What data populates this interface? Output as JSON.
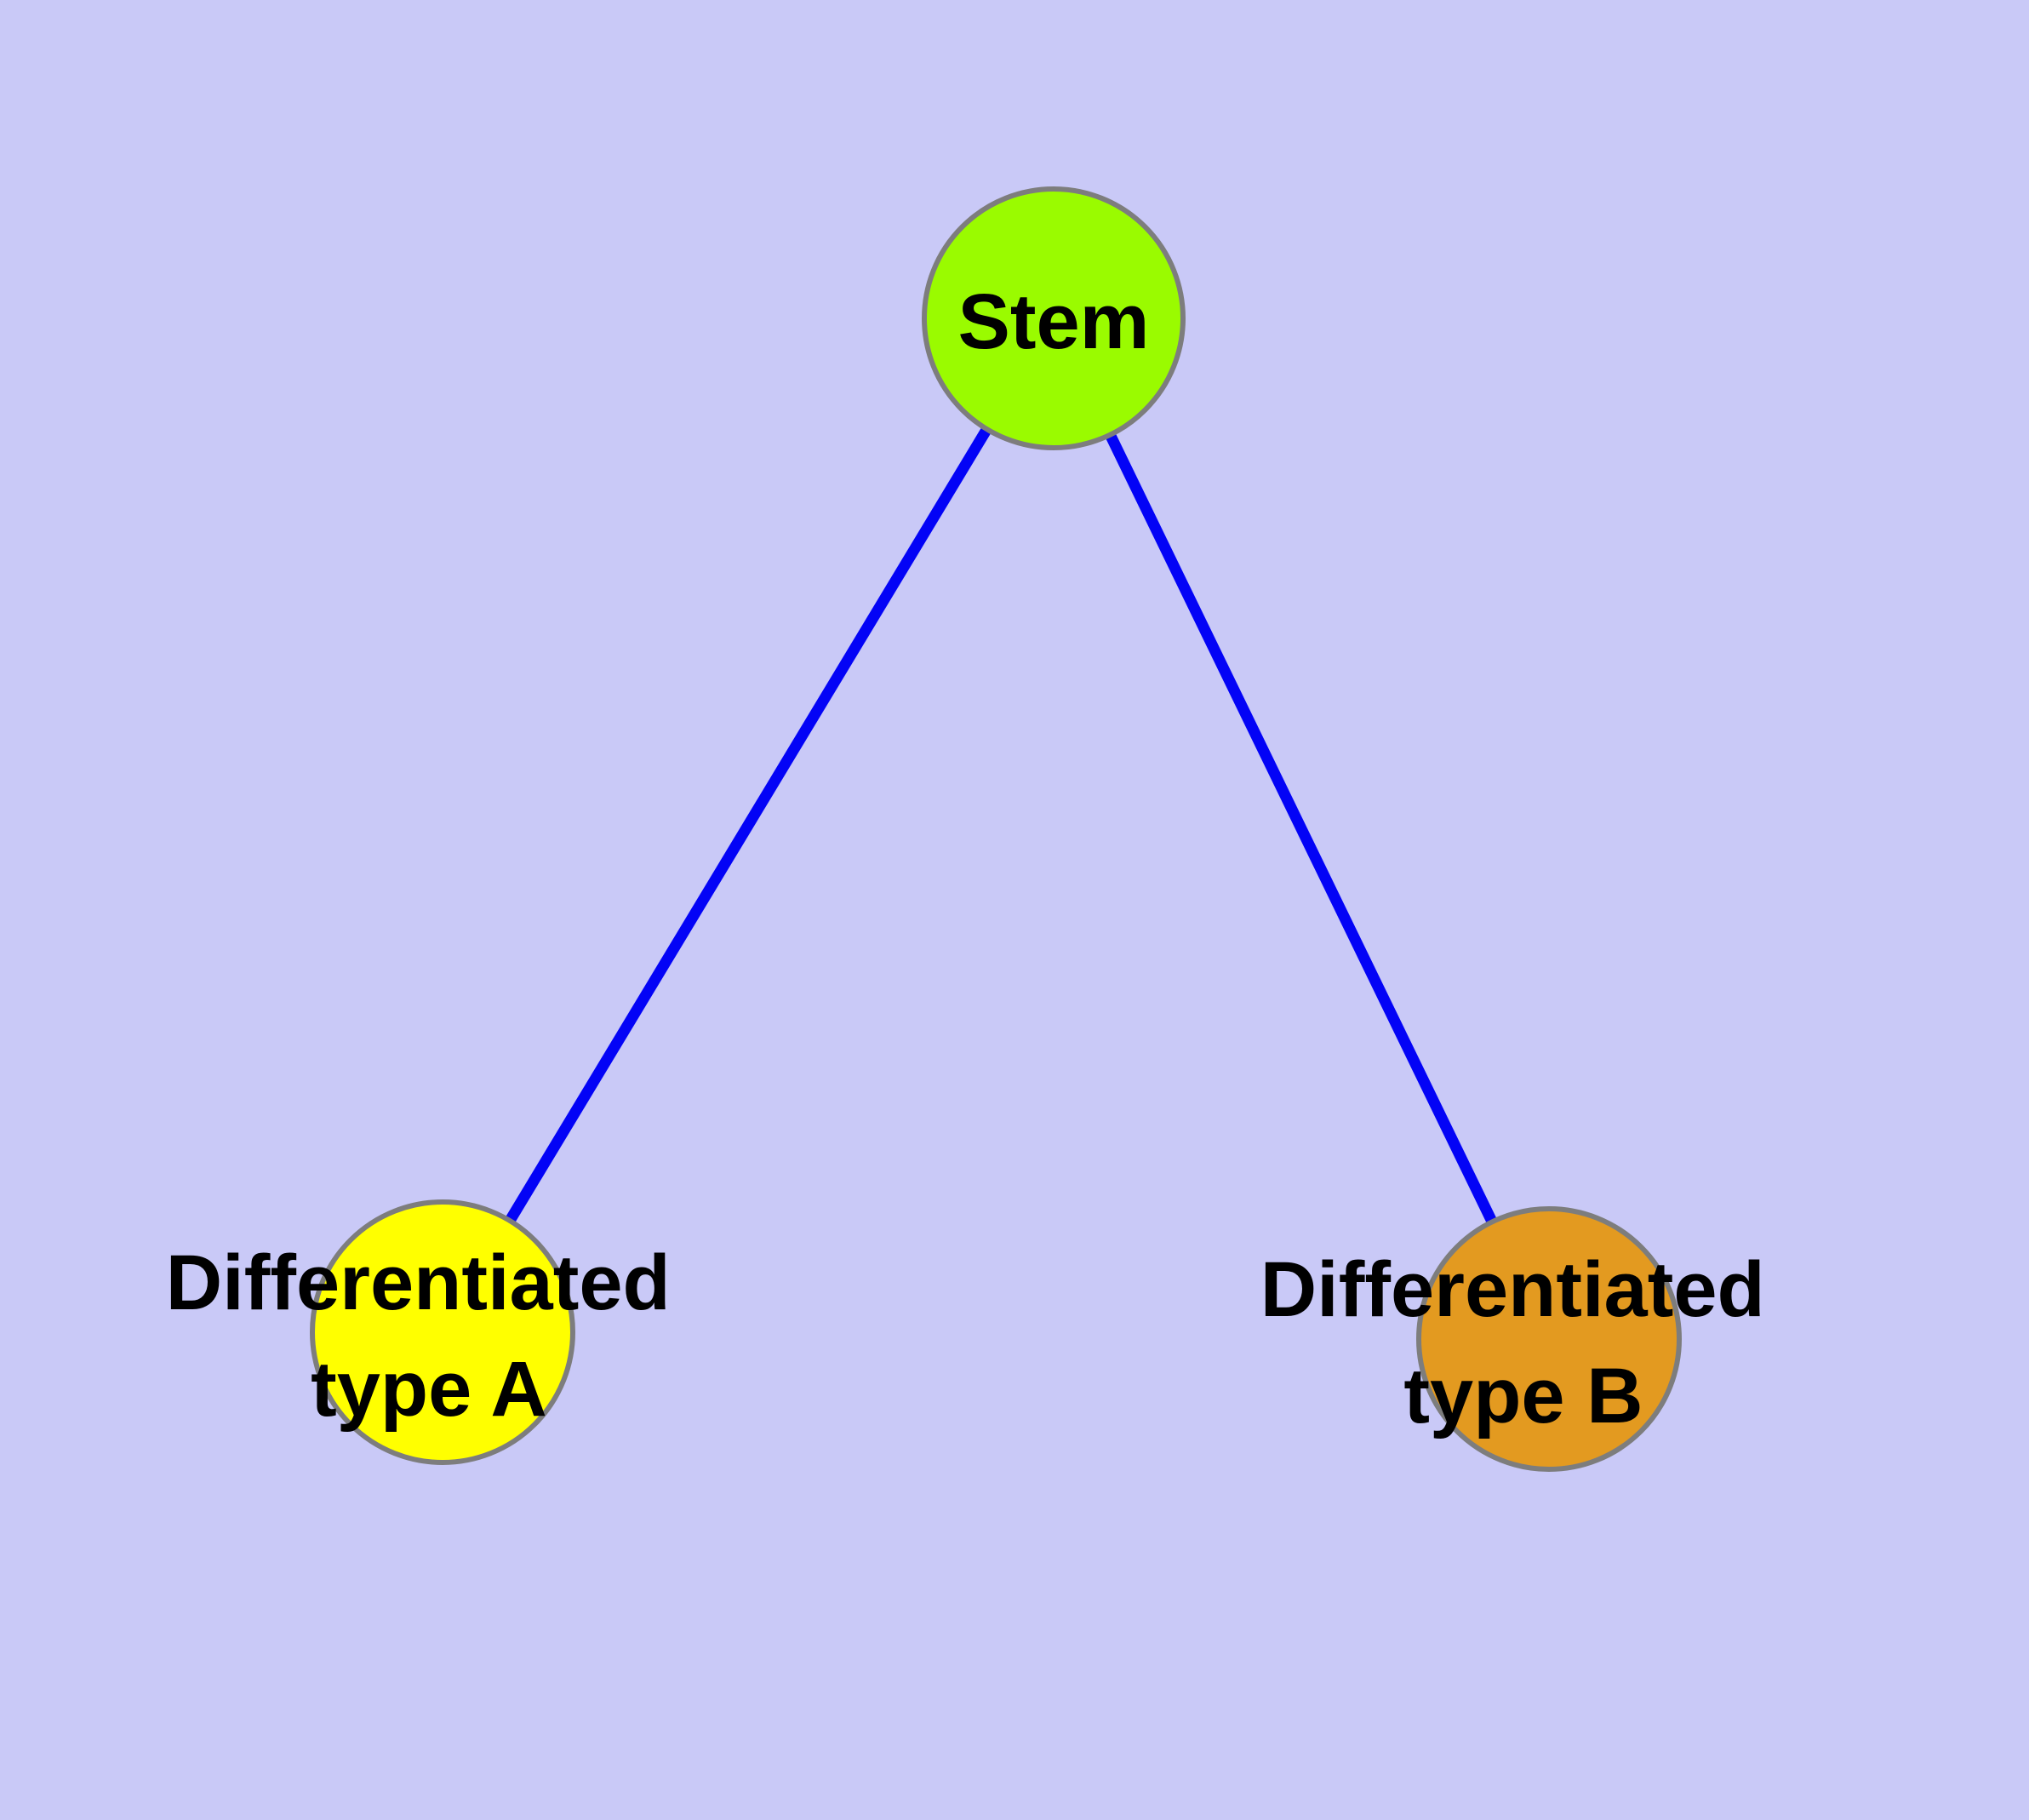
{
  "diagram": {
    "type": "node-link-diagram",
    "background_color": "#c9c9f7",
    "edge_color": "#0303f6",
    "node_border_color": "#7d7d7d",
    "text_color": "#000000",
    "nodes": [
      {
        "id": "stem",
        "label": "Stem",
        "fill": "#9afb00"
      },
      {
        "id": "differentiated-type-a",
        "label": "Differentiated type A",
        "lines": [
          "Differentiated",
          "type A"
        ],
        "fill": "#ffff00"
      },
      {
        "id": "differentiated-type-b",
        "label": "Differentiated type B",
        "lines": [
          "Differentiated",
          "type B"
        ],
        "fill": "#e39a20"
      }
    ],
    "edges": [
      {
        "from": "Stem",
        "to": "Differentiated type A"
      },
      {
        "from": "Stem",
        "to": "Differentiated type B"
      }
    ]
  }
}
